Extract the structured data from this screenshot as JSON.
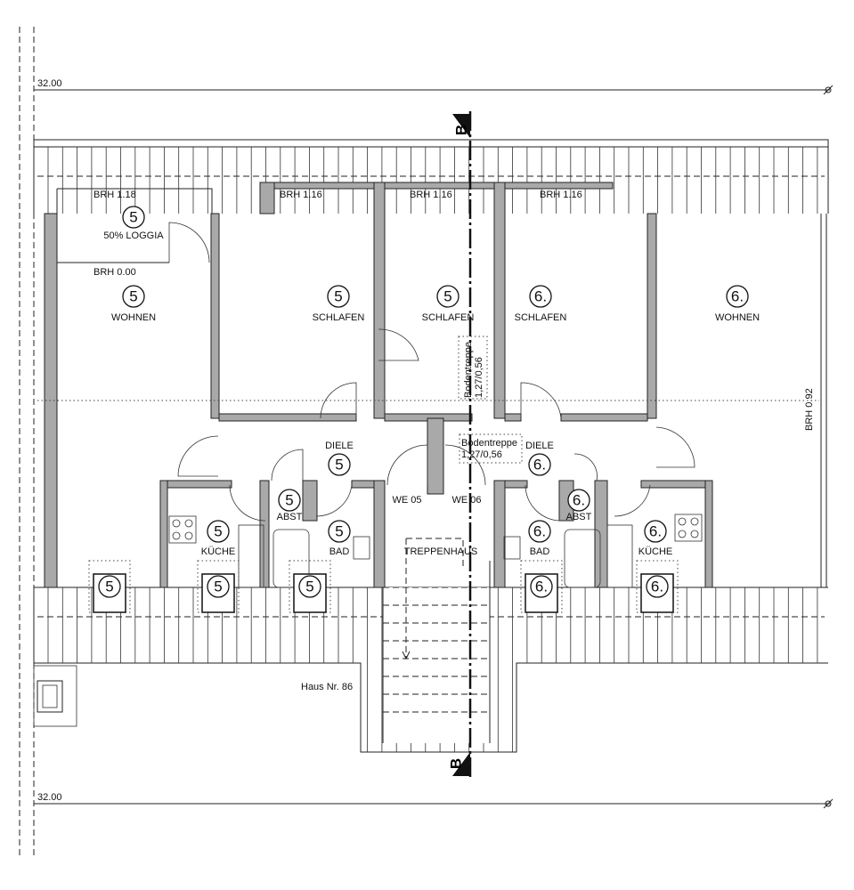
{
  "dimensions": {
    "top": "32.00",
    "bottom": "32.00"
  },
  "section_marker": {
    "top": "B",
    "bottom": "B"
  },
  "sill_heights": {
    "loggia_top": "BRH 1.18",
    "loggia_bottom": "BRH 0.00",
    "schlafen_1": "BRH 1.16",
    "schlafen_2": "BRH 1.16",
    "schlafen_3": "BRH 1.16",
    "right": "BRH 0.92"
  },
  "rooms": {
    "loggia": {
      "unit": "5",
      "name": "50% LOGGIA"
    },
    "wohnen_5": {
      "unit": "5",
      "name": "WOHNEN"
    },
    "schlafen_5a": {
      "unit": "5",
      "name": "SCHLAFEN"
    },
    "schlafen_5b": {
      "unit": "5",
      "name": "SCHLAFEN"
    },
    "schlafen_6": {
      "unit": "6.",
      "name": "SCHLAFEN"
    },
    "wohnen_6": {
      "unit": "6.",
      "name": "WOHNEN"
    },
    "diele_5": {
      "unit": "5",
      "name": "DIELE"
    },
    "diele_6": {
      "unit": "6.",
      "name": "DIELE"
    },
    "abst_5": {
      "unit": "5",
      "name": "ABST"
    },
    "abst_6": {
      "unit": "6.",
      "name": "ABST"
    },
    "bad_5": {
      "unit": "5",
      "name": "BAD"
    },
    "bad_6": {
      "unit": "6.",
      "name": "BAD"
    },
    "kueche_5": {
      "unit": "5",
      "name": "KÜCHE"
    },
    "kueche_6": {
      "unit": "6.",
      "name": "KÜCHE"
    },
    "treppenhaus": {
      "name": "TREPPENHAUS"
    }
  },
  "entrances": {
    "we05": "WE 05",
    "we06": "WE 06"
  },
  "attic_stairs": [
    {
      "label": "Bodentreppe",
      "size": "1,27/0,56"
    },
    {
      "label": "Bodentreppe",
      "size": "1,27/0,56"
    }
  ],
  "skylights": [
    "5",
    "5",
    "5",
    "6.",
    "6."
  ],
  "house_number": "Haus Nr. 86"
}
